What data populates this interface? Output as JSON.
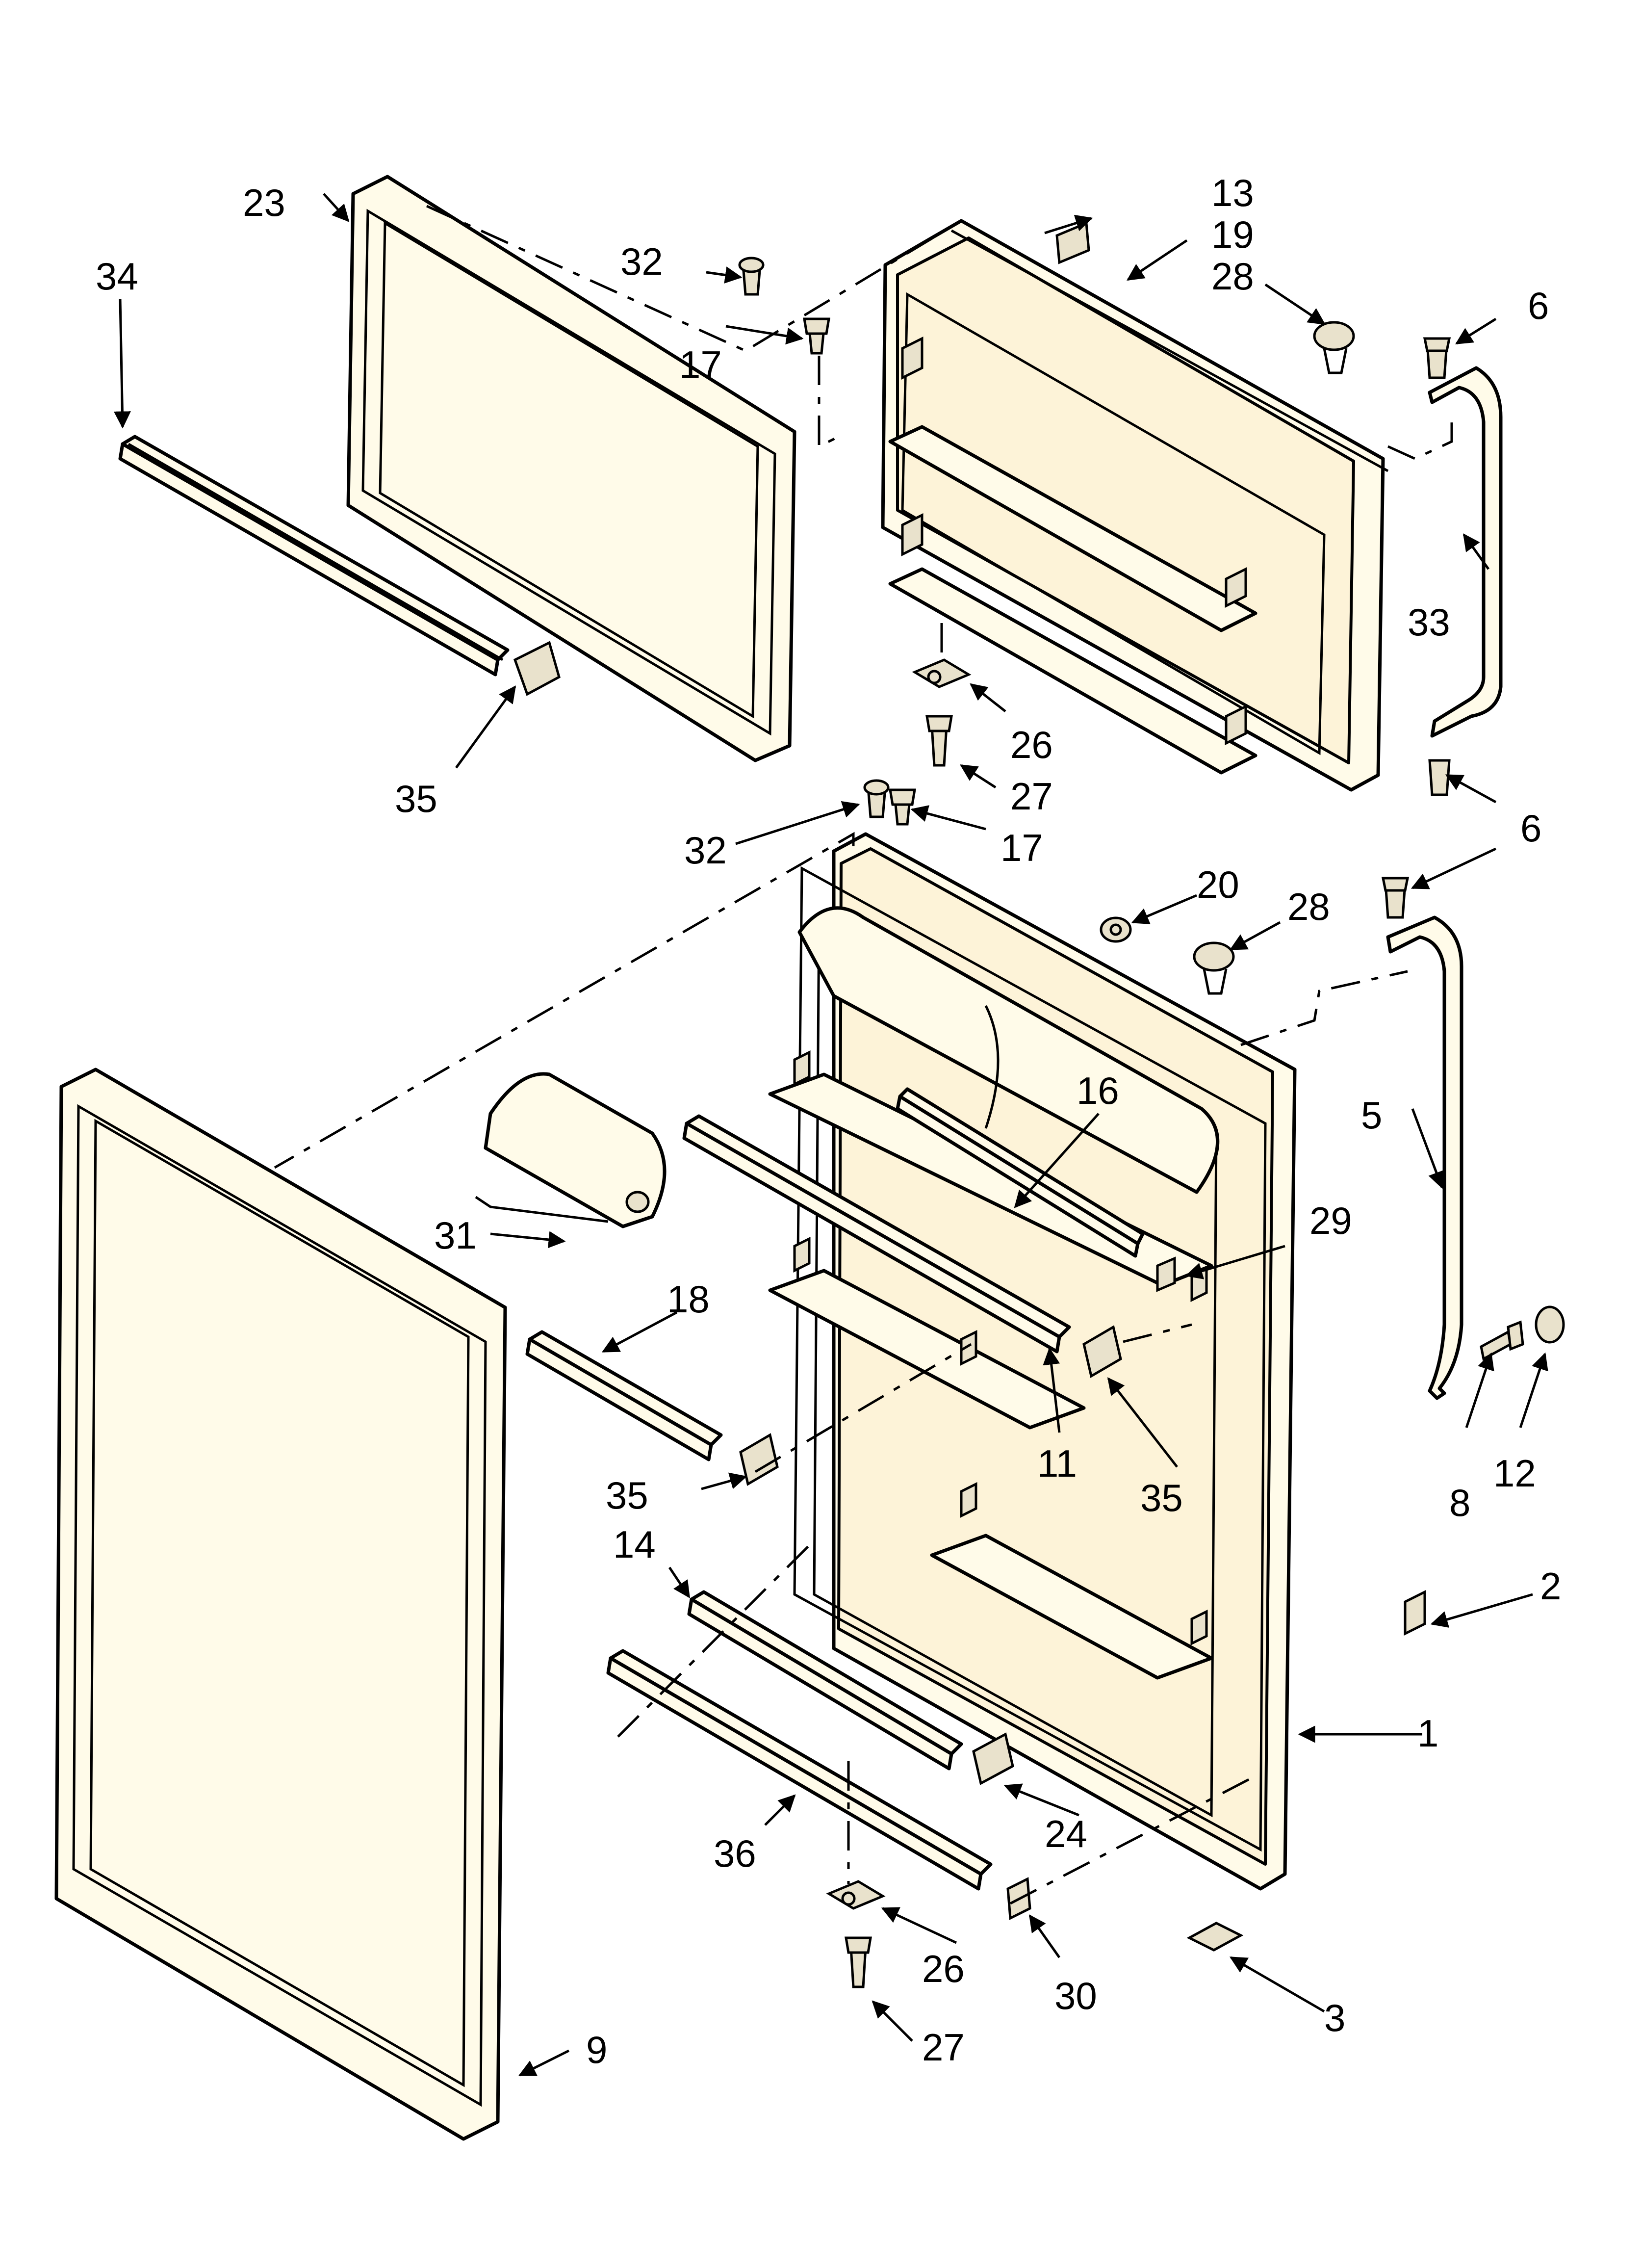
{
  "diagram": {
    "callouts": [
      "1",
      "2",
      "3",
      "5",
      "6",
      "6",
      "8",
      "9",
      "11",
      "12",
      "13",
      "14",
      "16",
      "17",
      "17",
      "18",
      "19",
      "20",
      "23",
      "24",
      "26",
      "26",
      "27",
      "27",
      "28",
      "28",
      "29",
      "30",
      "31",
      "32",
      "32",
      "33",
      "34",
      "35",
      "35",
      "35",
      "36"
    ]
  },
  "colors": {
    "part_fill": "#fffbe9",
    "line": "#000000"
  }
}
